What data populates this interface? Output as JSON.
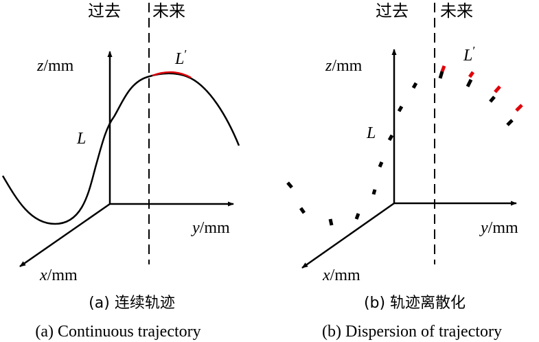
{
  "panel_a": {
    "label_past": "过去",
    "label_future": "未来",
    "axis_z": "z",
    "axis_y": "y",
    "axis_x": "x",
    "unit": "/mm",
    "curve_label": "L",
    "predicted_label": "L",
    "prime": "′",
    "caption_cn": "(a) 连续轨迹",
    "caption_en": "(a) Continuous trajectory"
  },
  "panel_b": {
    "label_past": "过去",
    "label_future": "未来",
    "axis_z": "z",
    "axis_y": "y",
    "axis_x": "x",
    "unit": "/mm",
    "curve_label": "L",
    "predicted_label": "L",
    "prime": "′",
    "caption_cn": "(b) 轨迹离散化",
    "caption_en": "(b) Dispersion of trajectory"
  },
  "colors": {
    "trajectory": "#000000",
    "prediction": "#e0000a"
  }
}
